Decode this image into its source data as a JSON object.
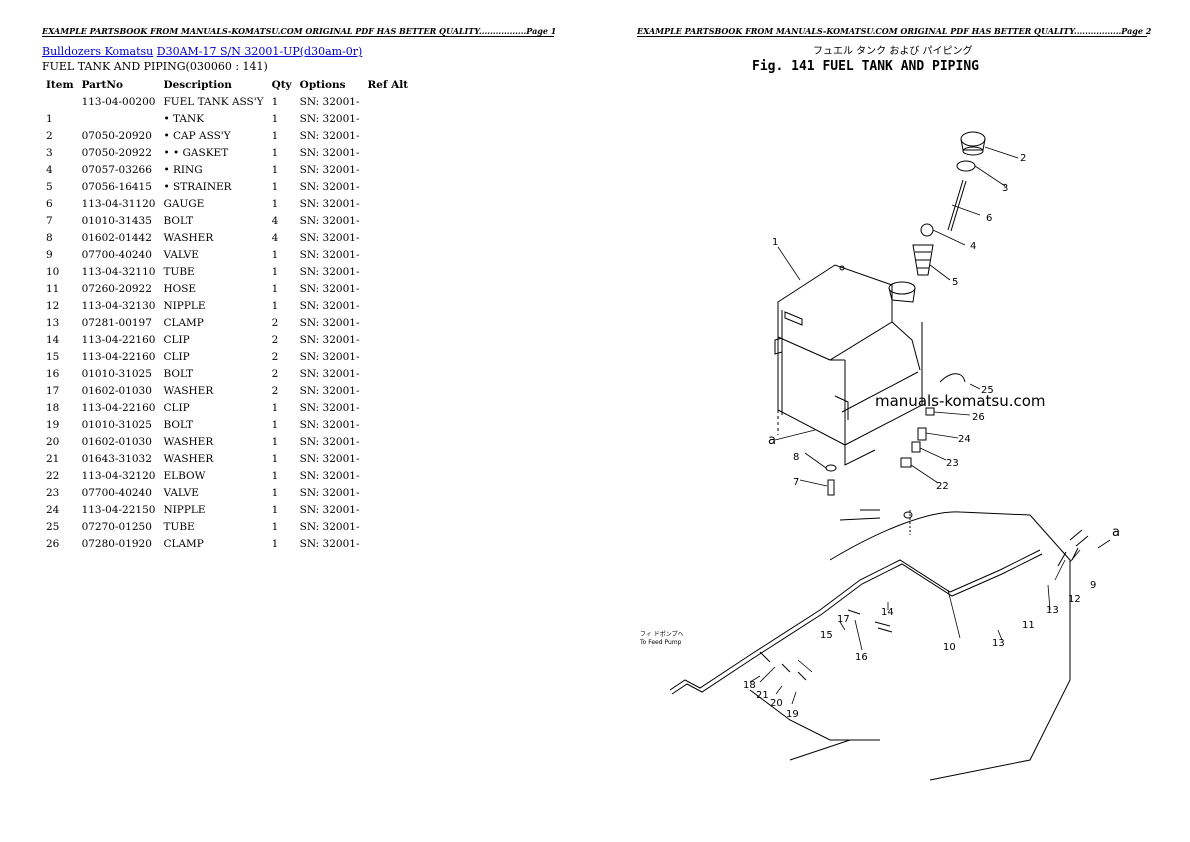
{
  "header": {
    "left": "EXAMPLE PARTSBOOK FROM MANUALS-KOMATSU.COM ORIGINAL PDF HAS BETTER QUALITY.................Page 1",
    "right": "EXAMPLE PARTSBOOK FROM MANUALS-KOMATSU.COM ORIGINAL PDF HAS BETTER QUALITY.................Page 2"
  },
  "breadcrumb": {
    "link1": "Bulldozers Komatsu",
    "link2": "D30AM-17 S/N 32001-UP(d30am-0r)"
  },
  "subtitle": "FUEL TANK AND PIPING(030060 : 141)",
  "table": {
    "columns": [
      "Item",
      "PartNo",
      "Description",
      "Qty",
      "Options",
      "Ref Alt"
    ],
    "rows": [
      {
        "item": "",
        "part": "113-04-00200",
        "desc": "FUEL TANK ASS'Y",
        "qty": "1",
        "opt": "SN: 32001-",
        "ref": ""
      },
      {
        "item": "1",
        "part": "",
        "desc": "• TANK",
        "qty": "1",
        "opt": "SN: 32001-",
        "ref": ""
      },
      {
        "item": "2",
        "part": "07050-20920",
        "desc": "• CAP ASS'Y",
        "qty": "1",
        "opt": "SN: 32001-",
        "ref": ""
      },
      {
        "item": "3",
        "part": "07050-20922",
        "desc": "• • GASKET",
        "qty": "1",
        "opt": "SN: 32001-",
        "ref": ""
      },
      {
        "item": "4",
        "part": "07057-03266",
        "desc": "• RING",
        "qty": "1",
        "opt": "SN: 32001-",
        "ref": ""
      },
      {
        "item": "5",
        "part": "07056-16415",
        "desc": "• STRAINER",
        "qty": "1",
        "opt": "SN: 32001-",
        "ref": ""
      },
      {
        "item": "6",
        "part": "113-04-31120",
        "desc": "GAUGE",
        "qty": "1",
        "opt": "SN: 32001-",
        "ref": ""
      },
      {
        "item": "7",
        "part": "01010-31435",
        "desc": "BOLT",
        "qty": "4",
        "opt": "SN: 32001-",
        "ref": ""
      },
      {
        "item": "8",
        "part": "01602-01442",
        "desc": "WASHER",
        "qty": "4",
        "opt": "SN: 32001-",
        "ref": ""
      },
      {
        "item": "9",
        "part": "07700-40240",
        "desc": "VALVE",
        "qty": "1",
        "opt": "SN: 32001-",
        "ref": ""
      },
      {
        "item": "10",
        "part": "113-04-32110",
        "desc": "TUBE",
        "qty": "1",
        "opt": "SN: 32001-",
        "ref": ""
      },
      {
        "item": "11",
        "part": "07260-20922",
        "desc": "HOSE",
        "qty": "1",
        "opt": "SN: 32001-",
        "ref": ""
      },
      {
        "item": "12",
        "part": "113-04-32130",
        "desc": "NIPPLE",
        "qty": "1",
        "opt": "SN: 32001-",
        "ref": ""
      },
      {
        "item": "13",
        "part": "07281-00197",
        "desc": "CLAMP",
        "qty": "2",
        "opt": "SN: 32001-",
        "ref": ""
      },
      {
        "item": "14",
        "part": "113-04-22160",
        "desc": "CLIP",
        "qty": "2",
        "opt": "SN: 32001-",
        "ref": ""
      },
      {
        "item": "15",
        "part": "113-04-22160",
        "desc": "CLIP",
        "qty": "2",
        "opt": "SN: 32001-",
        "ref": ""
      },
      {
        "item": "16",
        "part": "01010-31025",
        "desc": "BOLT",
        "qty": "2",
        "opt": "SN: 32001-",
        "ref": ""
      },
      {
        "item": "17",
        "part": "01602-01030",
        "desc": "WASHER",
        "qty": "2",
        "opt": "SN: 32001-",
        "ref": ""
      },
      {
        "item": "18",
        "part": "113-04-22160",
        "desc": "CLIP",
        "qty": "1",
        "opt": "SN: 32001-",
        "ref": ""
      },
      {
        "item": "19",
        "part": "01010-31025",
        "desc": "BOLT",
        "qty": "1",
        "opt": "SN: 32001-",
        "ref": ""
      },
      {
        "item": "20",
        "part": "01602-01030",
        "desc": "WASHER",
        "qty": "1",
        "opt": "SN: 32001-",
        "ref": ""
      },
      {
        "item": "21",
        "part": "01643-31032",
        "desc": "WASHER",
        "qty": "1",
        "opt": "SN: 32001-",
        "ref": ""
      },
      {
        "item": "22",
        "part": "113-04-32120",
        "desc": "ELBOW",
        "qty": "1",
        "opt": "SN: 32001-",
        "ref": ""
      },
      {
        "item": "23",
        "part": "07700-40240",
        "desc": "VALVE",
        "qty": "1",
        "opt": "SN: 32001-",
        "ref": ""
      },
      {
        "item": "24",
        "part": "113-04-22150",
        "desc": "NIPPLE",
        "qty": "1",
        "opt": "SN: 32001-",
        "ref": ""
      },
      {
        "item": "25",
        "part": "07270-01250",
        "desc": "TUBE",
        "qty": "1",
        "opt": "SN: 32001-",
        "ref": ""
      },
      {
        "item": "26",
        "part": "07280-01920",
        "desc": "CLAMP",
        "qty": "1",
        "opt": "SN: 32001-",
        "ref": ""
      }
    ]
  },
  "figure": {
    "jp_title": "フュエル タンク および パイピング",
    "title": "Fig. 141  FUEL TANK AND PIPING",
    "watermark": "manuals-komatsu.com",
    "note_jp": "フィ ドポンプへ",
    "note_en": "To Feed Pump",
    "letter_a": "a",
    "callouts": {
      "c1": "1",
      "c2": "2",
      "c3": "3",
      "c4": "4",
      "c5": "5",
      "c6": "6",
      "c7": "7",
      "c8": "8",
      "c9": "9",
      "c10": "10",
      "c11": "11",
      "c12": "12",
      "c13a": "13",
      "c13b": "13",
      "c14": "14",
      "c15": "15",
      "c16": "16",
      "c17": "17",
      "c18": "18",
      "c19": "19",
      "c20": "20",
      "c21": "21",
      "c22": "22",
      "c23": "23",
      "c24": "24",
      "c25": "25",
      "c26": "26"
    }
  }
}
